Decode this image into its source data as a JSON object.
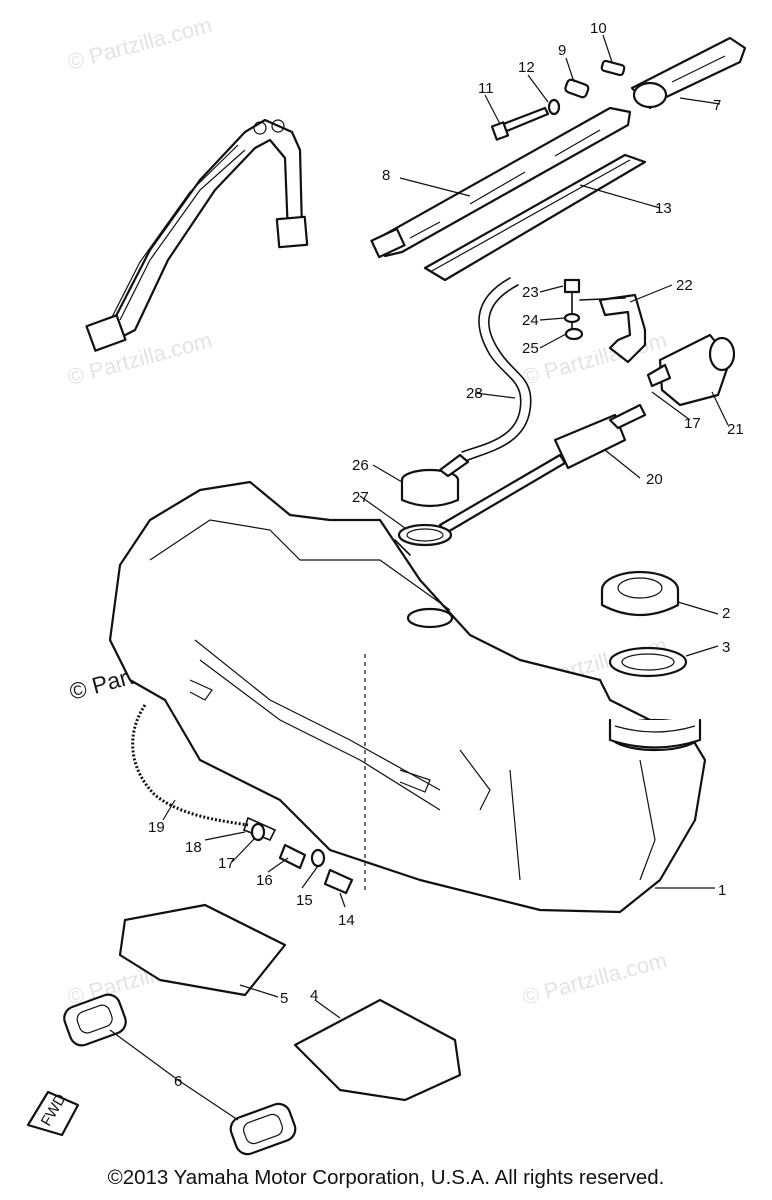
{
  "watermarks": {
    "text": "© Partzilla.com",
    "dark_text": "© Partzilla.com"
  },
  "fwd_label": "FWD",
  "callouts": [
    "1",
    "2",
    "3",
    "4",
    "5",
    "6",
    "7",
    "8",
    "9",
    "10",
    "11",
    "12",
    "13",
    "14",
    "15",
    "16",
    "17",
    "17",
    "18",
    "19",
    "20",
    "21",
    "22",
    "23",
    "24",
    "25",
    "26",
    "27",
    "28"
  ],
  "footer": {
    "copyright": "©2013 Yamaha Motor Corporation, U.S.A. All rights reserved."
  },
  "colors": {
    "ink": "#111111",
    "watermark": "#e3e3e3",
    "background": "#ffffff"
  }
}
